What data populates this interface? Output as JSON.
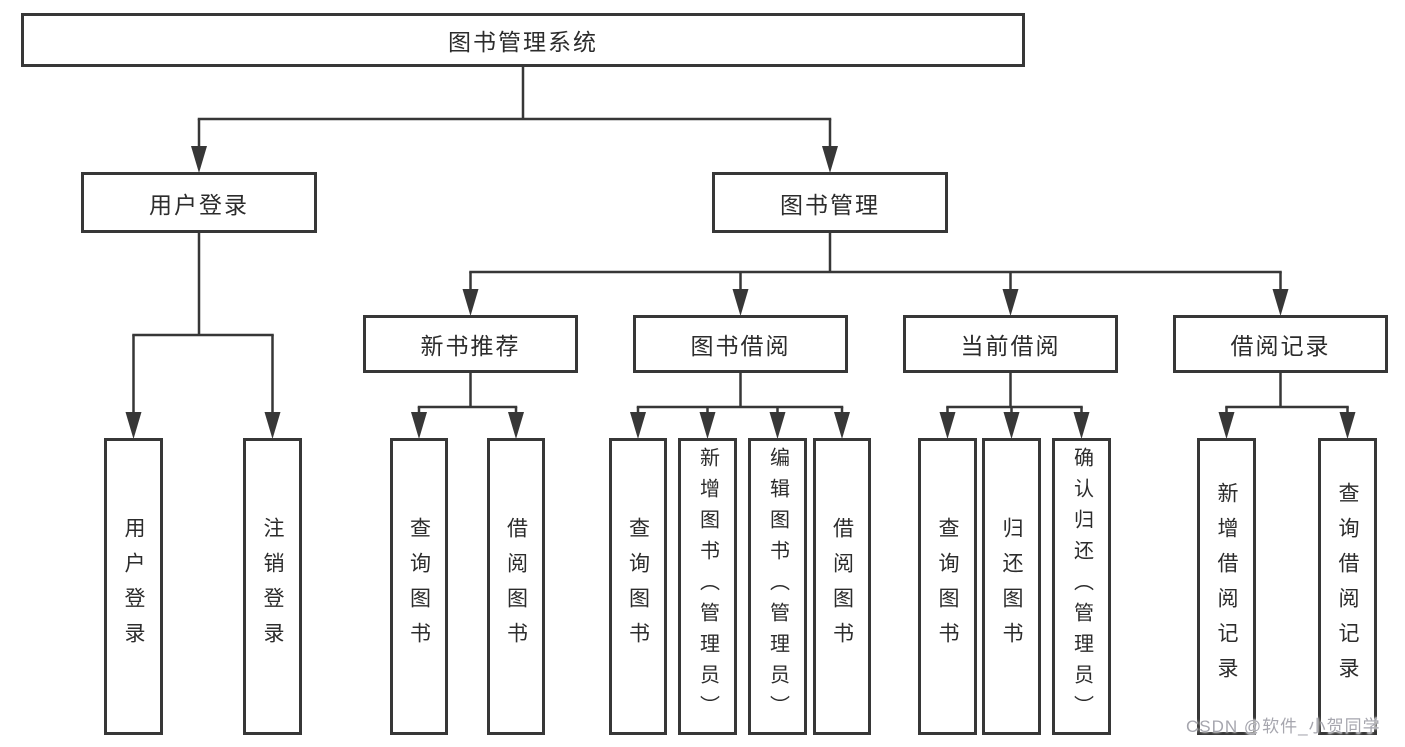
{
  "colors": {
    "line": "#373737",
    "box_border": "#373737",
    "box_fill": "#ffffff",
    "text": "#2c2c2c",
    "background": "#ffffff",
    "watermark": "#a6a6ae"
  },
  "watermark": {
    "text": "CSDN @软件_小贺同学"
  },
  "tree": {
    "label": "图书管理系统",
    "children": [
      {
        "label": "用户登录",
        "children": [
          {
            "label": "用户登录"
          },
          {
            "label": "注销登录"
          }
        ]
      },
      {
        "label": "图书管理",
        "children": [
          {
            "label": "新书推荐",
            "children": [
              {
                "label": "查询图书"
              },
              {
                "label": "借阅图书"
              }
            ]
          },
          {
            "label": "图书借阅",
            "children": [
              {
                "label": "查询图书"
              },
              {
                "label": "新增图书（管理员）"
              },
              {
                "label": "编辑图书（管理员）"
              },
              {
                "label": "借阅图书"
              }
            ]
          },
          {
            "label": "当前借阅",
            "children": [
              {
                "label": "查询图书"
              },
              {
                "label": "归还图书"
              },
              {
                "label": "确认归还（管理员）"
              }
            ]
          },
          {
            "label": "借阅记录",
            "children": [
              {
                "label": "新增借阅记录"
              },
              {
                "label": "查询借阅记录"
              }
            ]
          }
        ]
      }
    ]
  }
}
